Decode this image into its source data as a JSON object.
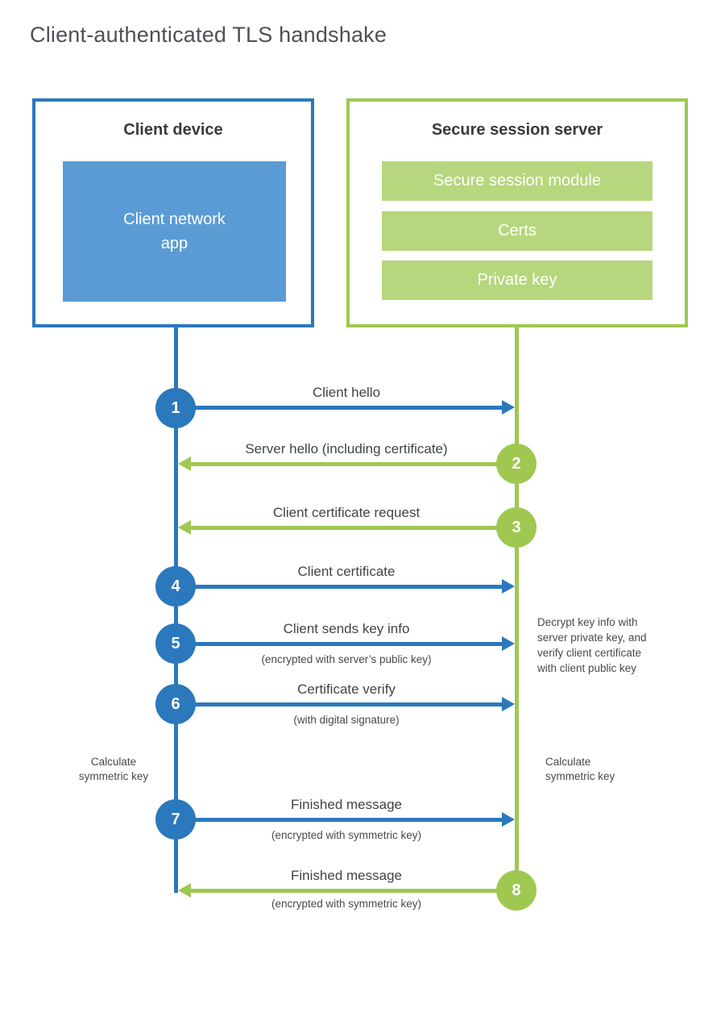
{
  "title": "Client-authenticated TLS handshake",
  "colors": {
    "blue": "#2b78bd",
    "blue-fill": "#5b9bd5",
    "green": "#9fc851",
    "green-fill": "#b6d77d"
  },
  "client": {
    "title": "Client device",
    "app_lines": [
      "Client network",
      "app"
    ]
  },
  "server": {
    "title": "Secure session server",
    "modules": [
      "Secure session module",
      "Certs",
      "Private key"
    ]
  },
  "messages": [
    {
      "step": "1",
      "label": "Client hello",
      "from": "client"
    },
    {
      "step": "2",
      "label": "Server hello (including certificate)",
      "from": "server"
    },
    {
      "step": "3",
      "label": "Client certificate request",
      "from": "server"
    },
    {
      "step": "4",
      "label": "Client certificate",
      "from": "client"
    },
    {
      "step": "5",
      "label": "Client sends key info",
      "sublabel": "(encrypted with server’s public key)",
      "from": "client"
    },
    {
      "step": "6",
      "label": "Certificate verify",
      "sublabel": "(with digital signature)",
      "from": "client"
    },
    {
      "step": "7",
      "label": "Finished message",
      "sublabel": "(encrypted with symmetric key)",
      "from": "client"
    },
    {
      "step": "8",
      "label": "Finished message",
      "sublabel": "(encrypted with symmetric key)",
      "from": "server"
    }
  ],
  "notes": {
    "decrypt": [
      "Decrypt key info with",
      "server private key, and",
      "verify client certificate",
      "with client public key"
    ],
    "calc_client": [
      "Calculate",
      "symmetric key"
    ],
    "calc_server": [
      "Calculate",
      "symmetric key"
    ]
  }
}
